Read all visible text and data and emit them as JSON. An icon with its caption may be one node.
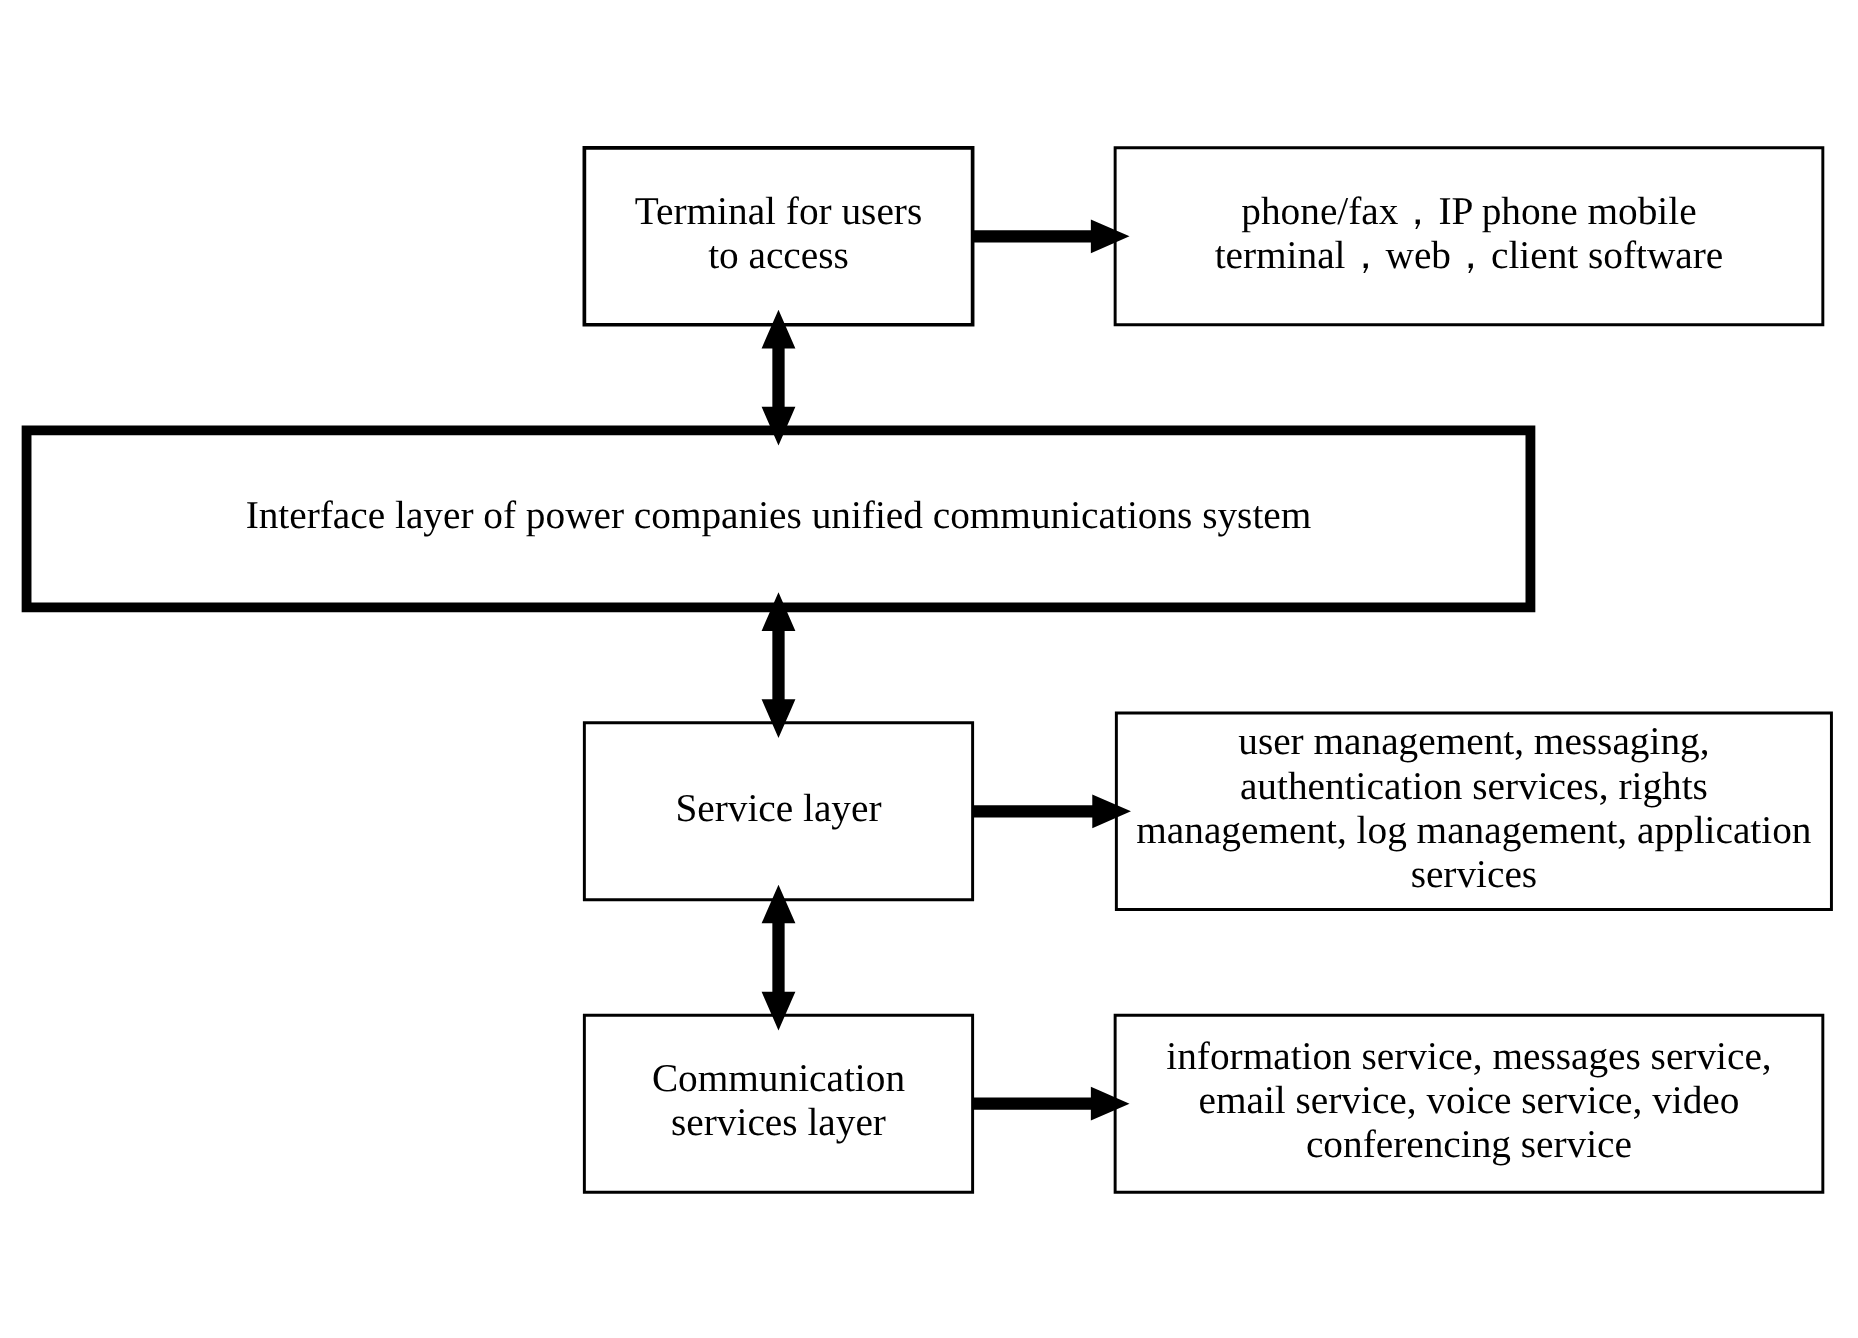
{
  "diagram": {
    "nodes": [
      {
        "text": [
          "Terminal for users to access"
        ]
      },
      {
        "text": [
          "phone/fax，IP phone mobile terminal，web，client software"
        ]
      },
      {
        "text": [
          "Interface layer of power companies unified communications system"
        ]
      },
      {
        "text": [
          "Service layer"
        ]
      },
      {
        "text": [
          "user management, messaging, authentication services, rights management, log management, application services"
        ]
      },
      {
        "text": [
          "Communication services layer"
        ]
      },
      {
        "text": [
          "information service, messages service, email service, voice service, video conferencing service"
        ]
      }
    ],
    "edges": [
      {
        "from": 0,
        "to": 1,
        "arrow": "to"
      },
      {
        "from": 0,
        "to": 2,
        "arrow": "both"
      },
      {
        "from": 2,
        "to": 3,
        "arrow": "both"
      },
      {
        "from": 3,
        "to": 4,
        "arrow": "to"
      },
      {
        "from": 3,
        "to": 5,
        "arrow": "both"
      },
      {
        "from": 5,
        "to": 6,
        "arrow": "to"
      }
    ]
  }
}
